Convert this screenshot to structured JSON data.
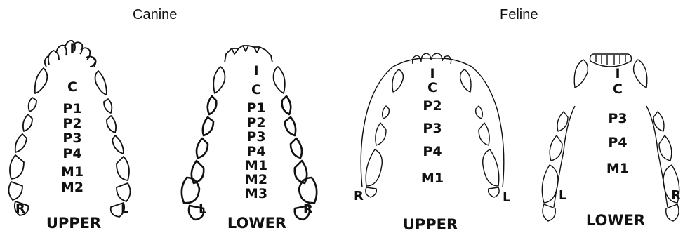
{
  "headers": {
    "canine": "Canine",
    "feline": "Feline"
  },
  "canine_upper": {
    "teeth": [
      "I",
      "C",
      "P1",
      "P2",
      "P3",
      "P4",
      "M1",
      "M2"
    ],
    "left_side": "R",
    "right_side": "L",
    "jaw": "UPPER"
  },
  "canine_lower": {
    "teeth": [
      "I",
      "C",
      "P1",
      "P2",
      "P3",
      "P4",
      "M1",
      "M2",
      "M3"
    ],
    "left_side": "L",
    "right_side": "R",
    "jaw": "LOWER"
  },
  "feline_upper": {
    "teeth": [
      "I",
      "C",
      "P2",
      "P3",
      "P4",
      "M1"
    ],
    "left_side": "R",
    "right_side": "L",
    "jaw": "UPPER"
  },
  "feline_lower": {
    "teeth": [
      "I",
      "C",
      "P3",
      "P4",
      "M1"
    ],
    "left_side": "L",
    "right_side": "R",
    "jaw": "LOWER"
  }
}
